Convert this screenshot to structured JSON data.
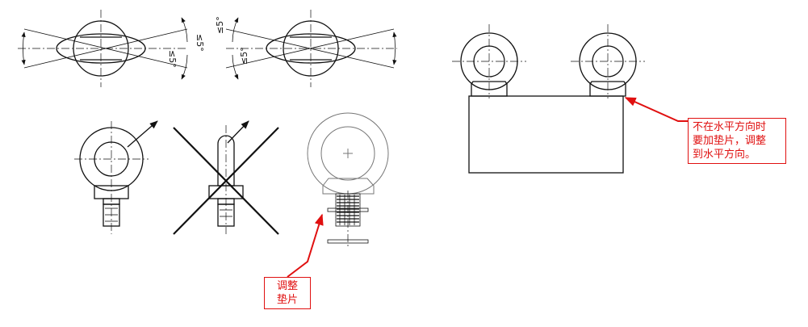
{
  "annotations": {
    "angle_label": "≤5°",
    "shim_callout": [
      "调整",
      "垫片"
    ],
    "horizontal_callout": [
      "不在水平方向时",
      "要加垫片，调整",
      "到水平方向。"
    ]
  },
  "colors": {
    "line": "#111111",
    "callout": "#e01010"
  }
}
